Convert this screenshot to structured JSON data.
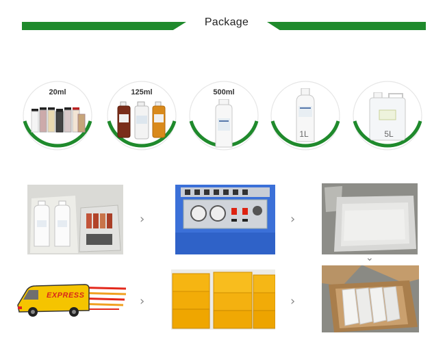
{
  "header": {
    "title": "Package",
    "accent_color": "#1f8a2c"
  },
  "sizes": [
    {
      "label": "20ml"
    },
    {
      "label": "125ml"
    },
    {
      "label": "500ml"
    },
    {
      "label": "1L"
    },
    {
      "label": "5L"
    }
  ],
  "steps": {
    "arrow_glyph": "›",
    "down_arrow_glyph": "⌄",
    "van_text": "EXPRESS"
  }
}
